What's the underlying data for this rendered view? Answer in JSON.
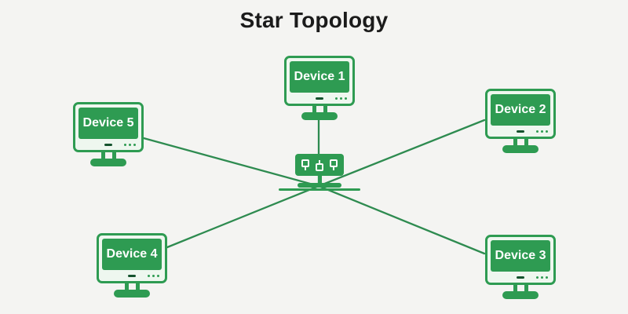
{
  "title": "Star Topology",
  "colors": {
    "green": "#2e9b52",
    "dark_green": "#14532d",
    "line_green": "#2e8b50",
    "bezel_fill": "#eef7ef",
    "background": "#f4f4f2",
    "title_text": "#1b1b1b",
    "label_text": "#ffffff"
  },
  "devices": [
    {
      "label": "Device 1"
    },
    {
      "label": "Device 2"
    },
    {
      "label": "Device 3"
    },
    {
      "label": "Device 4"
    },
    {
      "label": "Device 5"
    }
  ],
  "hub": {
    "ports": 3
  },
  "connections": [
    {
      "from": "Device 1",
      "to": "hub"
    },
    {
      "from": "Device 2",
      "to": "hub"
    },
    {
      "from": "Device 3",
      "to": "hub"
    },
    {
      "from": "Device 4",
      "to": "hub"
    },
    {
      "from": "Device 5",
      "to": "hub"
    }
  ]
}
